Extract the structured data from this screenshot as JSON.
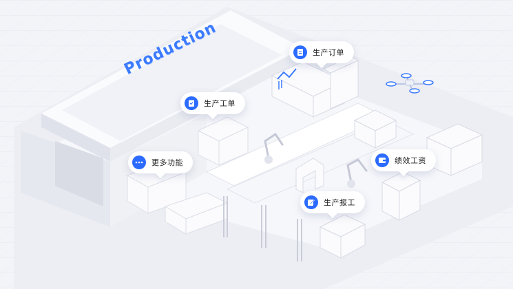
{
  "scene": {
    "banner_text": "Production",
    "accent_color": "#2b6bff"
  },
  "pills": {
    "production_order": {
      "label": "生产订单",
      "icon": "document-icon"
    },
    "production_ticket": {
      "label": "生产工单",
      "icon": "clipboard-icon"
    },
    "more_features": {
      "label": "更多功能",
      "icon": "more-dots-icon"
    },
    "performance_wage": {
      "label": "绩效工资",
      "icon": "wallet-icon"
    },
    "production_report": {
      "label": "生产报工",
      "icon": "report-edit-icon"
    }
  }
}
